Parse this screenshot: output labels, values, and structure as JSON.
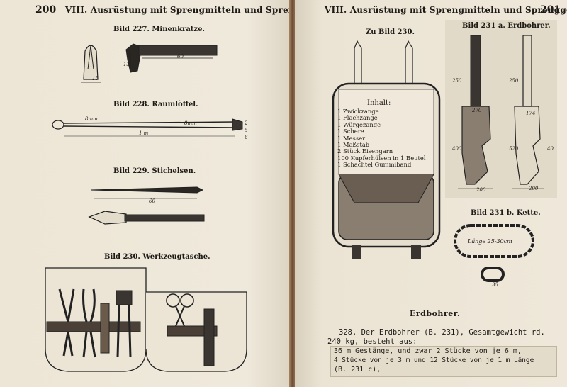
{
  "left_page": {
    "page_number": "200",
    "running_head": "VIII. Ausrüstung mit Sprengmitteln und Sprenggerät.",
    "figures": [
      {
        "caption": "Bild 227.  Minenkratze.",
        "dims": [
          "15",
          "60",
          "13"
        ]
      },
      {
        "caption": "Bild 228.  Raumlöffel.",
        "dims": [
          "8mm",
          "8mm",
          "1 m",
          "2",
          "5",
          "6"
        ]
      },
      {
        "caption": "Bild 229.  Stichelsen.",
        "dims": [
          "60"
        ]
      },
      {
        "caption": "Bild 230.  Werkzeugtasche."
      }
    ]
  },
  "right_page": {
    "page_number": "201",
    "running_head": "VIII. Ausrüstung mit Sprengmitteln und Sprenggerät.",
    "fig230_caption": "Zu Bild 230.",
    "inhalt_title": "Inhalt:",
    "inhalt_items": [
      "1 Zwickzange",
      "1 Flachzange",
      "1 Würgezange",
      "1 Schere",
      "1 Messer",
      "1 Maßstab",
      "2 Stück Eisengarn",
      "100 Kupferhülsen in 1 Beutel",
      "1 Schachtel Gummiband"
    ],
    "fig231a_caption": "Bild 231 a.  Erdbohrer.",
    "fig231a_dims": [
      "250",
      "250",
      "270",
      "400",
      "520",
      "200",
      "200",
      "40",
      "174"
    ],
    "fig231b_caption": "Bild 231 b.  Kette.",
    "chain_label": "Länge 25-30cm",
    "chain_dim": "35",
    "section_heading": "Erdbohrer.",
    "paragraph_lines": [
      "328.  Der Erdbohrer (B. 231), Gesamtgewicht rd.",
      "240 kg, besteht aus:"
    ],
    "boxed_lines": [
      "36 m Gestänge, und zwar 2 Stücke von je 6 m,",
      "4 Stücke von je 3 m und 12 Stücke von je 1 m Länge",
      "(B. 231 c),"
    ]
  }
}
